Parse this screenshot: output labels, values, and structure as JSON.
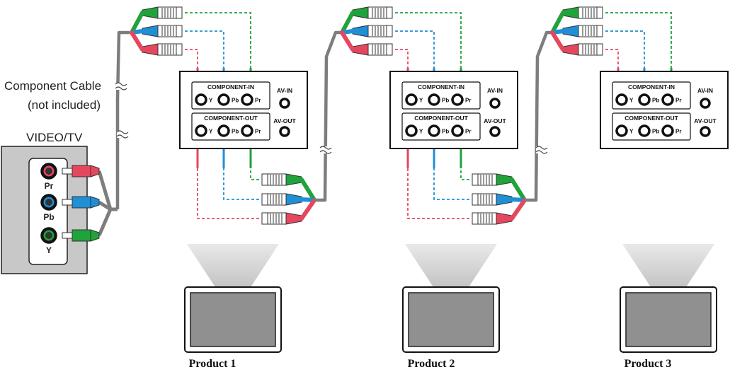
{
  "cable_label_line1": "Component Cable",
  "cable_label_line2": "(not included)",
  "source_device": {
    "title": "VIDEO/TV",
    "jacks": [
      "Pr",
      "Pb",
      "Y"
    ]
  },
  "panel": {
    "component_in": "COMPONENT-IN",
    "component_out": "COMPONENT-OUT",
    "av_in": "AV-IN",
    "av_out": "AV-OUT",
    "jacks": [
      "Y",
      "Pb",
      "Pr"
    ]
  },
  "products": [
    "Product 1",
    "Product 2",
    "Product 3"
  ],
  "colors": {
    "y_green": "#1fa33a",
    "pb_blue": "#1f8fd6",
    "pr_red": "#e5475f",
    "cable_gray": "#7d7d7d",
    "device_gray": "#c8c8c8"
  }
}
